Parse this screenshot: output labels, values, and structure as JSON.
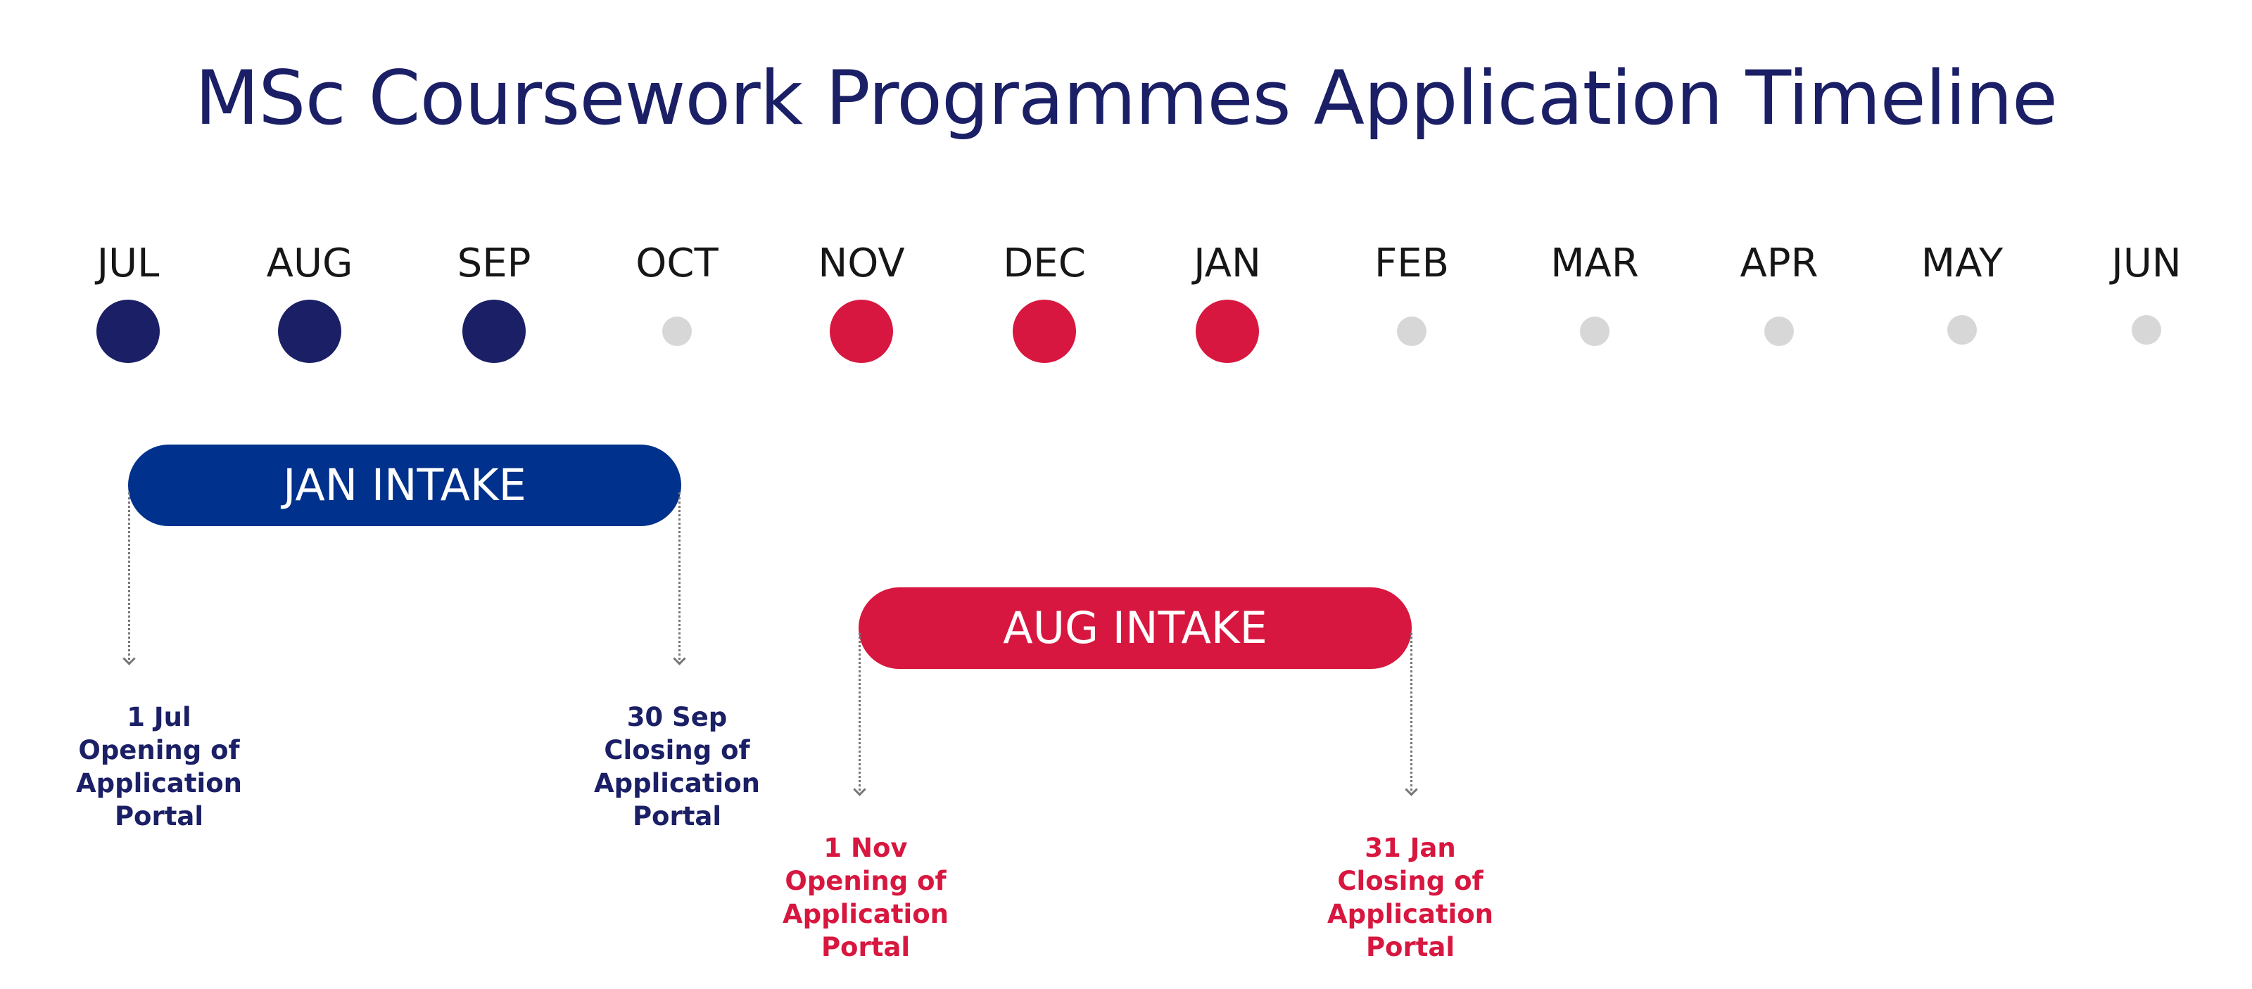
{
  "title": "MSc Coursework Programmes Application Timeline",
  "colors": {
    "navy": "#1b1f66",
    "crimson": "#d7173f",
    "intake_blue": "#00318c",
    "inactive": "#d7d7d7"
  },
  "months": [
    {
      "label": "JUL",
      "state": "jan-intake"
    },
    {
      "label": "AUG",
      "state": "jan-intake"
    },
    {
      "label": "SEP",
      "state": "jan-intake"
    },
    {
      "label": "OCT",
      "state": "inactive"
    },
    {
      "label": "NOV",
      "state": "aug-intake"
    },
    {
      "label": "DEC",
      "state": "aug-intake"
    },
    {
      "label": "JAN",
      "state": "aug-intake"
    },
    {
      "label": "FEB",
      "state": "inactive"
    },
    {
      "label": "MAR",
      "state": "inactive"
    },
    {
      "label": "APR",
      "state": "inactive"
    },
    {
      "label": "MAY",
      "state": "inactive"
    },
    {
      "label": "JUN",
      "state": "inactive"
    }
  ],
  "intakes": {
    "jan": {
      "label": "JAN INTAKE",
      "open": {
        "date": "1 Jul",
        "line1": "Opening of",
        "line2": "Application",
        "line3": "Portal"
      },
      "close": {
        "date": "30 Sep",
        "line1": "Closing of",
        "line2": "Application",
        "line3": "Portal"
      }
    },
    "aug": {
      "label": "AUG INTAKE",
      "open": {
        "date": "1 Nov",
        "line1": "Opening of",
        "line2": "Application",
        "line3": "Portal"
      },
      "close": {
        "date": "31 Jan",
        "line1": "Closing of",
        "line2": "Application",
        "line3": "Portal"
      }
    }
  }
}
